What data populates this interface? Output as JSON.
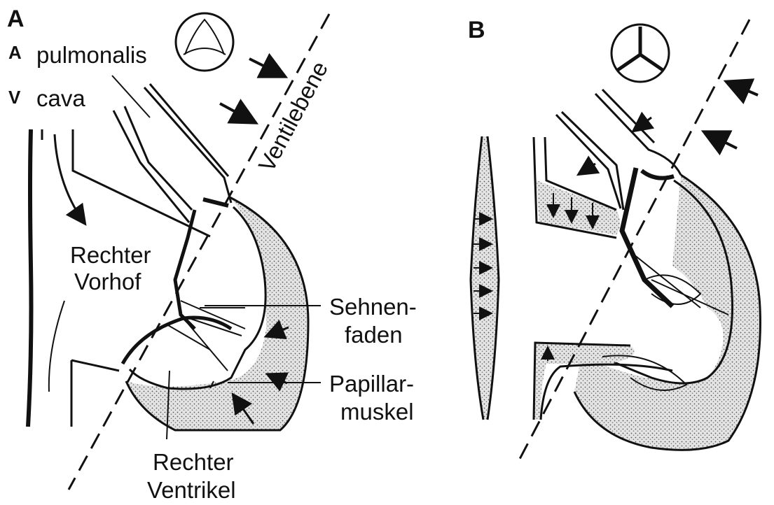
{
  "panel_a": {
    "letter": "A",
    "labels": {
      "a_prefix": "A",
      "pulmonalis": "pulmonalis",
      "v_prefix": "V",
      "cava": "cava",
      "ventilebene": "Ventilebene",
      "rechter_vorhof_1": "Rechter",
      "rechter_vorhof_2": "Vorhof",
      "sehnenfaden_1": "Sehnen-",
      "sehnenfaden_2": "faden",
      "papillarmuskel_1": "Papillar-",
      "papillarmuskel_2": "muskel",
      "rechter_ventrikel_1": "Rechter",
      "rechter_ventrikel_2": "Ventrikel"
    }
  },
  "panel_b": {
    "letter": "B"
  }
}
